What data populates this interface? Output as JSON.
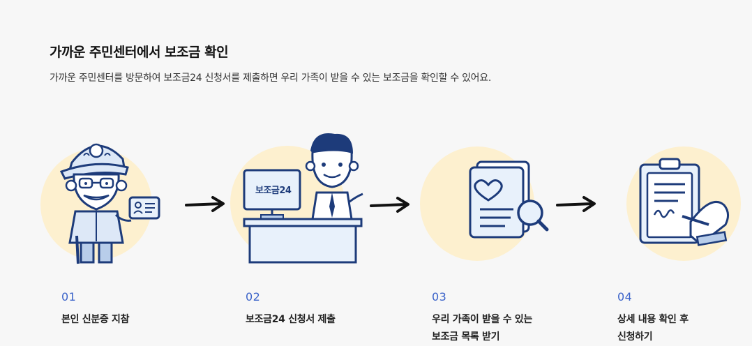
{
  "section": {
    "title": "가까운 주민센터에서 보조금 확인",
    "description": "가까운 주민센터를 방문하여 보조금24 신청서를 제출하면 우리 가족이 받을 수 있는 보조금을 확인할 수 있어요."
  },
  "illustration": {
    "screen_text": "보조금24"
  },
  "steps": [
    {
      "number": "01",
      "label_line1": "본인 신분증 지참",
      "label_line2": ""
    },
    {
      "number": "02",
      "label_line1": "보조금24 신청서 제출",
      "label_line2": ""
    },
    {
      "number": "03",
      "label_line1": "우리 가족이 받을 수 있는",
      "label_line2": "보조금 목록 받기"
    },
    {
      "number": "04",
      "label_line1": "상세 내용 확인 후",
      "label_line2": "신청하기"
    }
  ],
  "colors": {
    "accent_blue": "#3b63c9",
    "navy": "#1d3b7a",
    "circle_yellow": "#fdf0cf"
  }
}
